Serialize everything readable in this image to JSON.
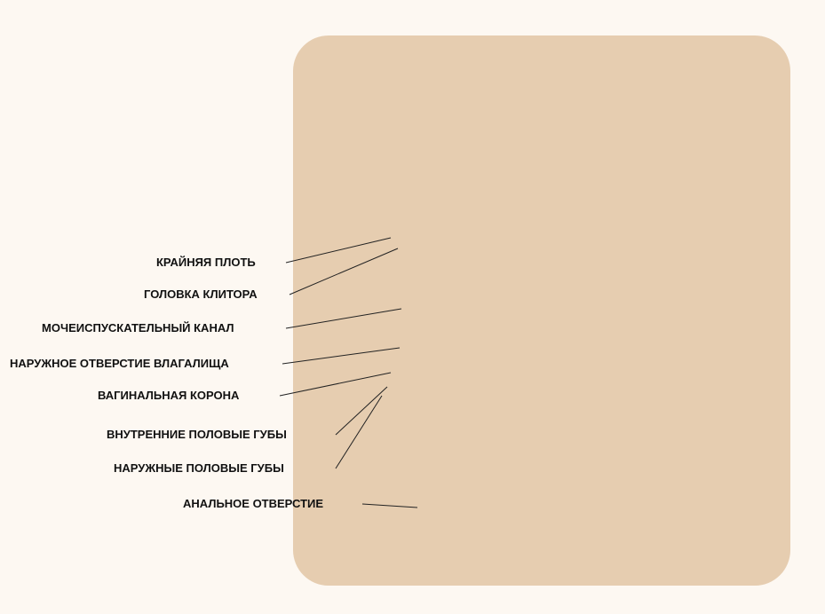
{
  "labels": [
    "КРАЙНЯЯ ПЛОТЬ",
    "ГОЛОВКА КЛИТОРА",
    "МОЧЕИСПУСКАТЕЛЬНЫЙ КАНАЛ",
    "НАРУЖНОЕ ОТВЕРСТИЕ ВЛАГАЛИЩА",
    "ВАГИНАЛЬНАЯ КОРОНА",
    "ВНУТРЕННИЕ ПОЛОВЫЕ ГУБЫ",
    "НАРУЖНЫЕ ПОЛОВЫЕ ГУБЫ",
    "АНАЛЬНОЕ ОТВЕРСТИЕ"
  ],
  "colors": {
    "skin": "#d4a97a",
    "background": "#fdf8f2",
    "text": "#111111"
  }
}
